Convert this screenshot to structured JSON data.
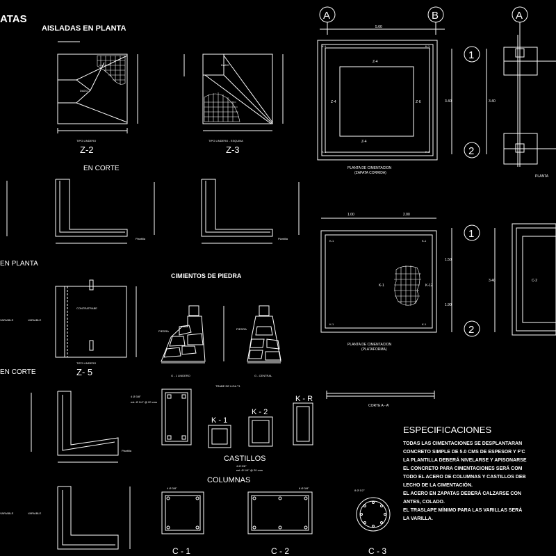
{
  "titles": {
    "main": "ATAS",
    "aisladas": "AISLADAS EN PLANTA",
    "en_corte_1": "EN CORTE",
    "en_planta": "EN PLANTA",
    "en_corte_2": "EN CORTE",
    "cimientos_piedra": "CIMIENTOS DE PIEDRA",
    "castillos": "CASTILLOS",
    "columnas": "COLUMNAS",
    "especificaciones": "ESPECIFICACIONES"
  },
  "labels": {
    "z2": "Z-2",
    "z3": "Z-3",
    "z5": "Z- 5",
    "k1": "K - 1",
    "k2": "K - 2",
    "kr": "K - R",
    "c1": "C - 1",
    "c2": "C - 2",
    "c3": "C - 3",
    "dado": "DADO",
    "tipo_lindero": "TIPO LINDERO",
    "tipo_lindero_esquina": "TIPO LINDERO - ESQUINA",
    "corte_a": "CORTE A - A'",
    "trabe_liga": "TRABE DE LIGA T1",
    "g1_lindero": "G - 1 LINDERO",
    "g_central": "G - CENTRAL",
    "piedra": "PIEDRA",
    "plantilla": "Plantilla",
    "variable": "VARIABLE",
    "contratrabe": "CONTRATRABE",
    "castillo_spec": "4 Ø 3/8\"",
    "castillo_est": "est. Ø 1/4\" @ 20 cms",
    "columna_spec": "4 Ø 3/8\"",
    "columna_spec2": "6 Ø 3/8\"",
    "c3_spec": "8 Ø 1/2\""
  },
  "grid_axes": {
    "a": "A",
    "b": "B",
    "a2": "A",
    "one": "1",
    "two": "2",
    "one_b": "1",
    "two_b": "2"
  },
  "plans": {
    "plan1_title": "PLANTA DE CIMENTACION",
    "plan1_sub": "(ZAPATA CORRIDA)",
    "plan2_title": "PLANTA DE CIMENTACION",
    "plan2_sub": "(PLATAFORMA)",
    "plan3_title": "PLANTA",
    "z4": "Z-4",
    "z6": "Z-6",
    "k1": "K-1",
    "k12": "K-12",
    "c2": "C-2",
    "dim_560": "5.60",
    "dim_340": "3.40",
    "dim_340b": "3.40",
    "dim_100": "1.00",
    "dim_200": "2.00",
    "dim_150": "1.50",
    "dim_190": "1.90"
  },
  "specs": [
    "TODAS LAS CIMENTACIONES SE DESPLANTARAN",
    "CONCRETO SIMPLE DE 5.0 CMS DE ESPESOR Y F'C",
    "LA PLANTILLA DEBERÁ NIVELARSE Y APISONARSE",
    "EL CONCRETO PARA CIMENTACIONES SERÁ COM",
    "TODO EL ACERO DE COLUMNAS Y CASTILLOS DEB",
    "LECHO DE LA CIMENTACIÓN.",
    "EL ACERO EN ZAPATAS DEBERÁ CALZARSE CON",
    "ANTES, COLADO.",
    "EL TRASLAPE MÍNIMO PARA LAS VARILLAS SERÁ",
    "LA VARILLA."
  ]
}
